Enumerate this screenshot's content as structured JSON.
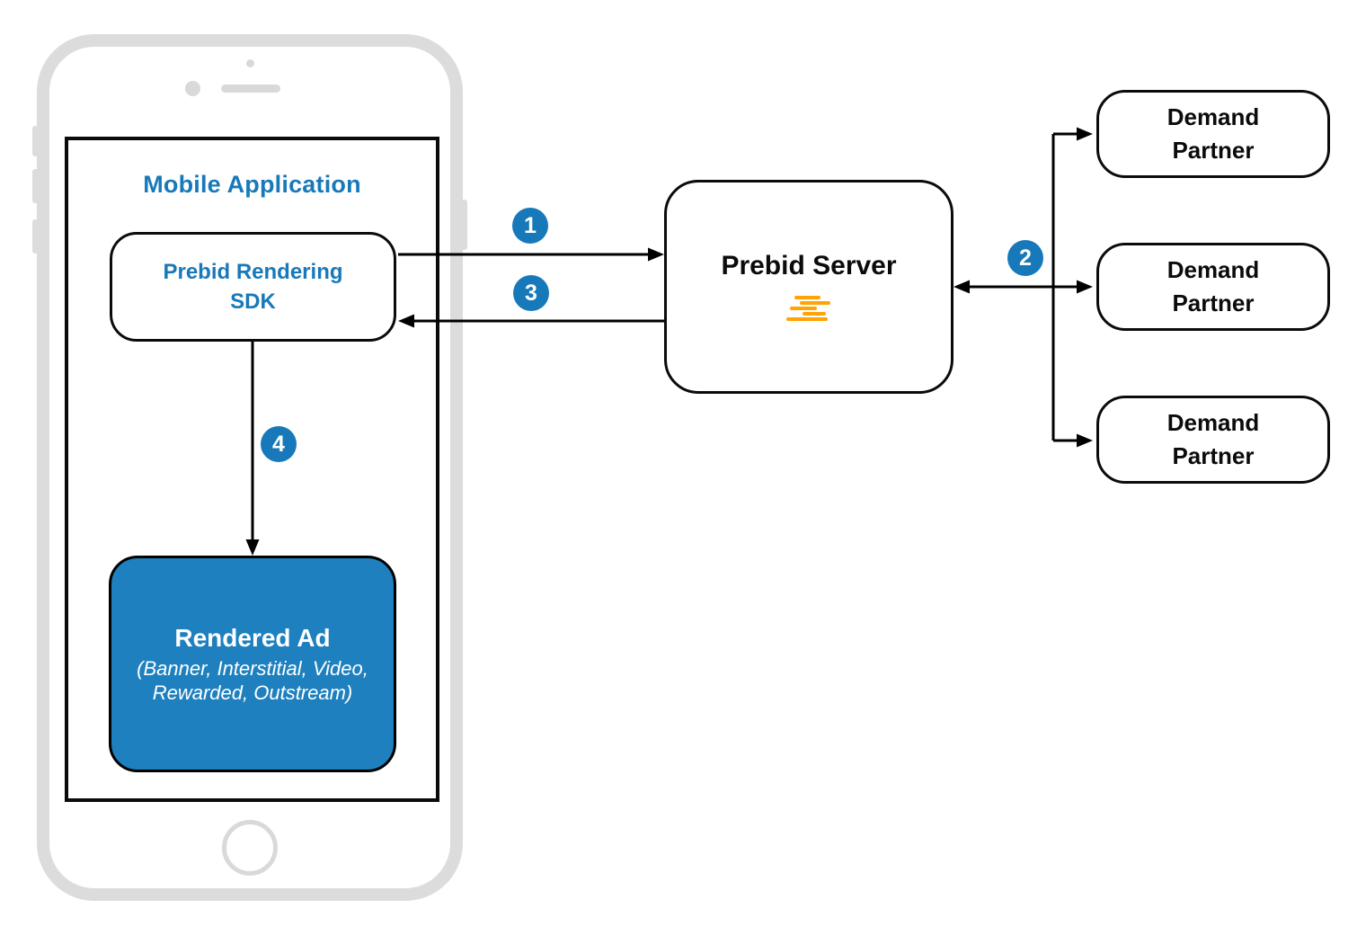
{
  "mobile_app": {
    "title": "Mobile Application"
  },
  "sdk": {
    "line1": "Prebid Rendering",
    "line2": "SDK"
  },
  "rendered_ad": {
    "title": "Rendered Ad",
    "subtitle1": "(Banner, Interstitial, Video,",
    "subtitle2": "Rewarded, Outstream)"
  },
  "server": {
    "label": "Prebid Server",
    "logo": "prebid-lines-logo"
  },
  "demand_partner": {
    "line1": "Demand",
    "line2": "Partner"
  },
  "steps": {
    "s1": "1",
    "s2": "2",
    "s3": "3",
    "s4": "4"
  },
  "colors": {
    "accent_blue": "#1879BA",
    "ad_box_fill": "#1E80BE",
    "logo_orange": "#FFA406",
    "phone_frame_gray": "#DCDCDC",
    "connector_black": "#000000"
  }
}
